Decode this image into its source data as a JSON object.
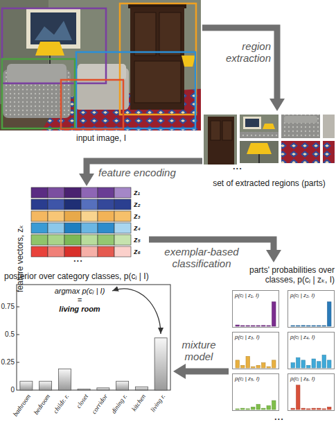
{
  "diagram": {
    "nodes": [
      {
        "text": [
          "input image, I"
        ]
      },
      {
        "text": [
          "set of extracted regions (parts)"
        ]
      },
      {
        "text": [
          "feature vectors, zₖ"
        ]
      },
      {
        "text": [
          "parts' probabilities over classes, p(cⱼ | zₖ, I)"
        ]
      },
      {
        "text": [
          "p(cⱼ | z₁, I)"
        ],
        "in": 3
      },
      {
        "text": [
          "p(cⱼ | z₂, I)"
        ],
        "in": 3
      },
      {
        "text": [
          "p(cⱼ | z₃, I)"
        ],
        "in": 3
      },
      {
        "text": [
          "p(cⱼ | z₄, I)"
        ],
        "in": 3
      },
      {
        "text": [
          "p(cⱼ | z₅, I)"
        ],
        "in": 3
      },
      {
        "text": [
          "p(cⱼ | z₆, I)"
        ],
        "in": 3
      },
      {
        "text": [
          "posterior over category classes, p(cⱼ | I)"
        ]
      }
    ],
    "edges": [
      {
        "from": 0,
        "to": 1,
        "arrow": "to",
        "label": "region extraction"
      },
      {
        "from": 1,
        "to": 2,
        "arrow": "to",
        "label": "feature encoding"
      },
      {
        "from": 2,
        "to": 3,
        "arrow": "to",
        "label": "exemplar-based classification"
      },
      {
        "from": 3,
        "to": 10,
        "arrow": "to",
        "label": "mixture model"
      }
    ],
    "labels": [
      "...",
      "z₁",
      "z₂",
      "z₃",
      "z₄",
      "z₅",
      "z₆",
      "...",
      "...",
      "argmax p(cⱼ | I)",
      "=",
      "living room",
      "0.75",
      "0.5",
      "0.25",
      "0",
      "bathroom",
      "bedroom",
      "childr. r.",
      "closet",
      "corridor",
      "dining r.",
      "kitchen",
      "living r."
    ]
  }
}
